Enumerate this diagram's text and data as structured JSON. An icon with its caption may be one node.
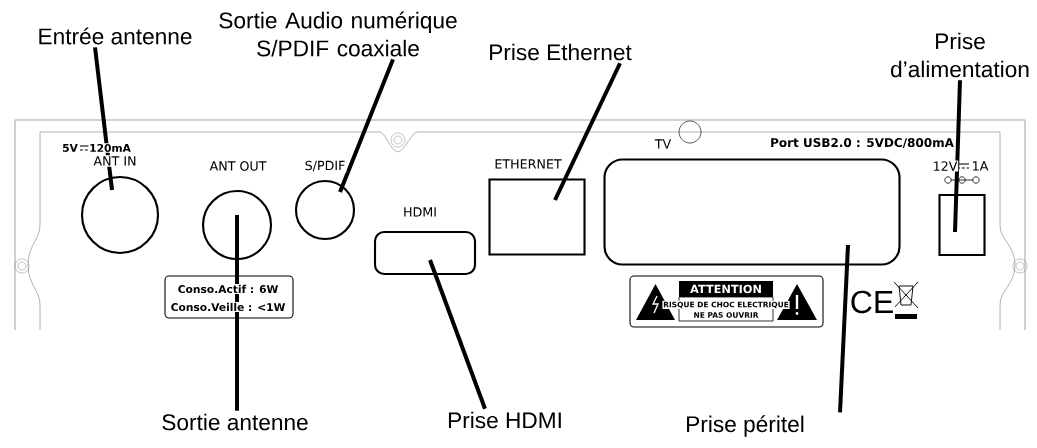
{
  "diagram": {
    "nodes": [
      {
        "text": [
          "Entrée antenne"
        ]
      },
      {
        "text": [
          "Sortie Audio numérique S/PDIF coaxiale"
        ]
      },
      {
        "text": [
          "Prise Ethernet"
        ]
      },
      {
        "text": [
          "Prise d’alimentation"
        ]
      },
      {
        "text": [
          "Sortie antenne"
        ]
      },
      {
        "text": [
          "Prise HDMI"
        ]
      },
      {
        "text": [
          "Prise péritel"
        ]
      },
      {
        "text": [],
        "shape": "circle",
        "beside": [
          "ANT IN"
        ]
      },
      {
        "text": [],
        "shape": "circle",
        "beside": [
          "ANT OUT"
        ]
      },
      {
        "text": [],
        "shape": "circle",
        "beside": [
          "S/PDIF"
        ]
      },
      {
        "text": [],
        "shape": "box",
        "beside": [
          "HDMI"
        ]
      },
      {
        "text": [],
        "shape": "box",
        "beside": [
          "ETHERNET"
        ]
      },
      {
        "text": [],
        "shape": "box",
        "beside": [
          "TV"
        ]
      },
      {
        "text": [],
        "shape": "box"
      }
    ],
    "edges": [
      {
        "from": 0,
        "to": 7,
        "arrow": "none"
      },
      {
        "from": 1,
        "to": 9,
        "arrow": "none"
      },
      {
        "from": 2,
        "to": 11,
        "arrow": "none"
      },
      {
        "from": 3,
        "to": 13,
        "arrow": "none"
      },
      {
        "from": 4,
        "to": 8,
        "arrow": "none"
      },
      {
        "from": 5,
        "to": 10,
        "arrow": "none"
      },
      {
        "from": 6,
        "to": 12,
        "arrow": "none"
      }
    ],
    "labels": [
      "5V",
      "120mA",
      "Port USB2.0 : 5VDC/800mA",
      "12V",
      "1A",
      "Conso.Actif : 6W",
      "Conso.Veille : <1W",
      "ATTENTION",
      "RISQUE DE CHOC ELECTRIQUE",
      "NE PAS OUVRIR",
      "CE"
    ]
  }
}
